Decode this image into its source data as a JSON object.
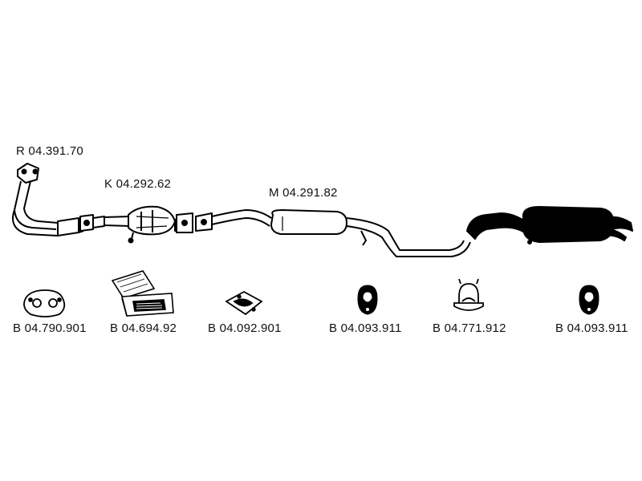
{
  "colors": {
    "ink": "#000000",
    "paper": "#ffffff"
  },
  "assembly_labels": {
    "front_pipe": "R 04.391.70",
    "catalyst": "K 04.292.62",
    "middle_silencer": "M 04.291.82"
  },
  "parts": [
    {
      "label": "B 04.790.901",
      "icon": "gasket-icon"
    },
    {
      "label": "B 04.694.92",
      "icon": "fitting-kit-box-icon"
    },
    {
      "label": "B 04.092.901",
      "icon": "flange-gasket-icon"
    },
    {
      "label": "B 04.093.911",
      "icon": "rubber-mount-icon"
    },
    {
      "label": "B 04.771.912",
      "icon": "pipe-clamp-icon"
    },
    {
      "label": "B 04.093.911",
      "icon": "rubber-mount-icon"
    }
  ]
}
